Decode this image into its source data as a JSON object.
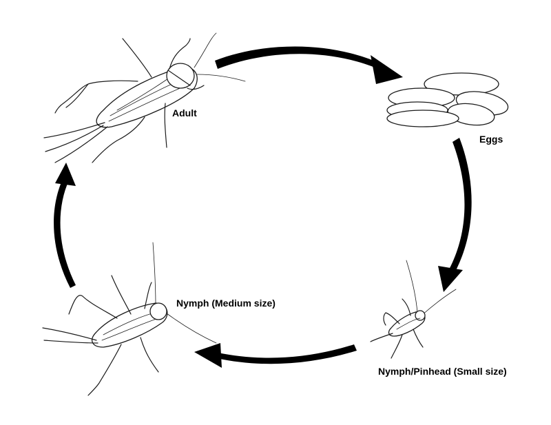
{
  "stages": {
    "adult": {
      "label": "Adult"
    },
    "eggs": {
      "label": "Eggs"
    },
    "nymph_medium": {
      "label": "Nymph (Medium size)"
    },
    "nymph_small": {
      "label": "Nymph/Pinhead (Small size)"
    }
  },
  "colors": {
    "ink": "#000000",
    "background": "#ffffff"
  }
}
